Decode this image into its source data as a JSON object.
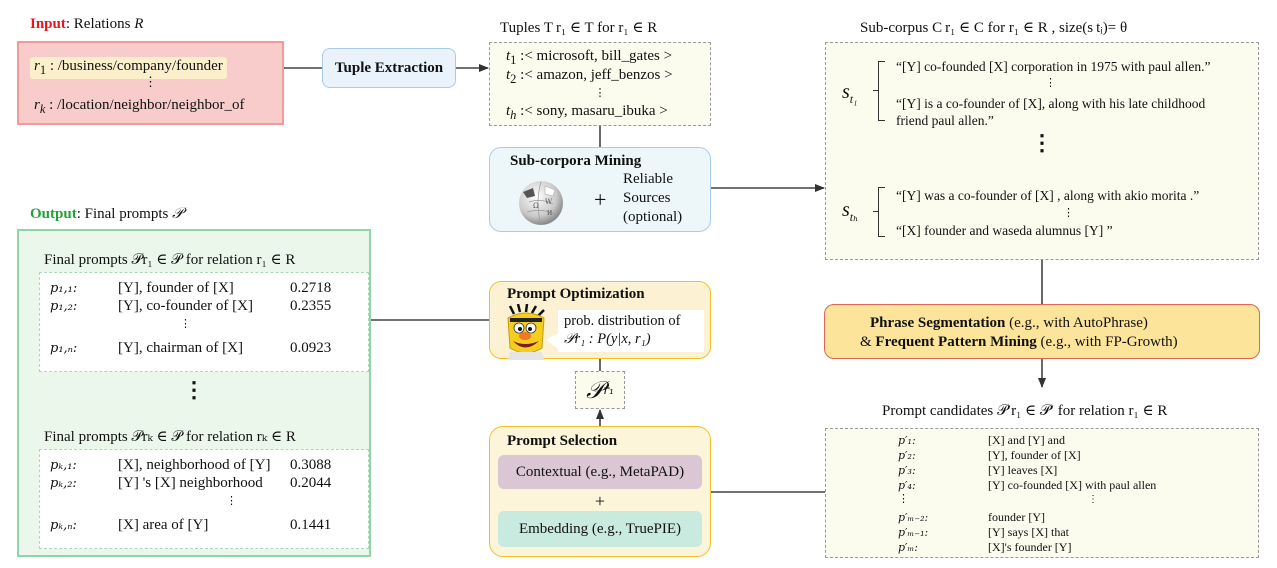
{
  "input": {
    "label_keyword": "Input",
    "label_rest": ": Relations ",
    "label_symbol": "R",
    "relations": [
      {
        "symbol": "r",
        "sub": "1",
        "path": " : /business/company/founder"
      },
      {
        "symbol": "r",
        "sub": "k",
        "path": " : /location/neighbor/neighbor_of"
      }
    ],
    "ellipsis": "⋮"
  },
  "tuple_extraction": {
    "label": "Tuple Extraction"
  },
  "tuples": {
    "title": "Tuples T r₁ ∈ T  for  r₁ ∈ R",
    "rows": [
      {
        "key": "t",
        "sub": "1",
        "text": " :< microsoft, bill_gates >"
      },
      {
        "key": "t",
        "sub": "2",
        "text": " :< amazon, jeff_benzos >"
      },
      {
        "key": "t",
        "sub": "h",
        "text": " :< sony, masaru_ibuka >"
      }
    ],
    "ellipsis": "⋮"
  },
  "subcorpora_mining": {
    "title": "Sub-corpora Mining",
    "icon": "wikipedia-globe-icon",
    "plus": "+",
    "sources": [
      "Reliable",
      "Sources",
      "(optional)"
    ]
  },
  "subcorpus": {
    "title": "Sub-corpus  C r₁ ∈ C  for  r₁ ∈ R  , size(s tᵢ)= θ",
    "groups": [
      {
        "label": "s",
        "sub": "t₁",
        "sentences": [
          "“[Y] co-founded [X] corporation in 1975 with paul allen.”",
          "“[Y] is a co-founder of  [X], along with his late childhood",
          "friend paul allen.”"
        ]
      },
      {
        "label": "s",
        "sub": "tₕ",
        "sentences": [
          "“[Y] was a co-founder of [X] , along with akio morita .”",
          "“[X] founder and waseda alumnus [Y] ”"
        ]
      }
    ],
    "ellipsis": "⋮",
    "big_ellipsis": "⋮"
  },
  "phrase_segmentation": {
    "line1_bold": "Phrase Segmentation",
    "line1_rest": " (e.g., with AutoPhrase)",
    "line2_prefix": "& ",
    "line2_bold": "Frequent Pattern Mining",
    "line2_rest": " (e.g., with FP-Growth)"
  },
  "prompt_candidates": {
    "title": "Prompt candidates  𝒫′r₁ ∈ 𝒫′ for relation  r₁ ∈ R",
    "rows": [
      {
        "key": "p′₁:",
        "text": "[X] and [Y] and"
      },
      {
        "key": "p′₂:",
        "text": "[Y], founder of [X]"
      },
      {
        "key": "p′₃:",
        "text": "[Y] leaves [X]"
      },
      {
        "key": "p′₄:",
        "text": "[Y] co-founded [X] with paul allen"
      },
      {
        "key": "⋮",
        "text": "⋮"
      },
      {
        "key": "p′ₘ₋₂:",
        "text": "founder [Y]"
      },
      {
        "key": "p′ₘ₋₁:",
        "text": "[Y] says [X] that"
      },
      {
        "key": "p′ₘ:",
        "text": "[X]'s founder [Y]"
      }
    ]
  },
  "output": {
    "label_keyword": "Output",
    "label_rest": ": Final prompts ",
    "label_symbol": "𝒫",
    "groups": [
      {
        "title": "Final prompts 𝒫r₁ ∈ 𝒫 for relation r₁ ∈ R",
        "rows": [
          {
            "key": "p₁,₁:",
            "prompt": "[Y],  founder of [X]",
            "prob": "0.2718"
          },
          {
            "key": "p₁,₂:",
            "prompt": "[Y], co-founder of [X]",
            "prob": "0.2355"
          },
          {
            "key": "p₁,ₙ:",
            "prompt": "[Y], chairman of [X]",
            "prob": "0.0923"
          }
        ]
      },
      {
        "title": "Final prompts 𝒫rₖ ∈ 𝒫 for relation rₖ ∈ R",
        "rows": [
          {
            "key": "pₖ,₁:",
            "prompt": "[X], neighborhood of [Y]",
            "prob": "0.3088"
          },
          {
            "key": "pₖ,₂:",
            "prompt": "[Y] 's [X] neighborhood",
            "prob": "0.2044"
          },
          {
            "key": "pₖ,ₙ:",
            "prompt": "[X] area of [Y]",
            "prob": "0.1441"
          }
        ]
      }
    ],
    "ellipsis": "⋮",
    "big_ellipsis": "⋮"
  },
  "prompt_optimization": {
    "title": "Prompt Optimization",
    "bubble_line1": "prob. distribution of",
    "bubble_line2": "𝒫r₁ : P(y|x, r₁)",
    "icon": "bert-character-icon"
  },
  "pr1_box": {
    "symbol": "𝒫",
    "sub": "r₁"
  },
  "prompt_selection": {
    "title": "Prompt Selection",
    "contextual": "Contextual (e.g., MetaPAD)",
    "plus": "+",
    "embedding": "Embedding (e.g., TruePIE)"
  },
  "colors": {
    "input_accent": "#e8151b",
    "output_accent": "#22a33a",
    "input_fill": "#f9cccc",
    "output_fill": "#eaf7ea",
    "mining_fill": "#edf7fa",
    "phrase_fill": "#fde49b",
    "prompt_fill": "#fcf5d9",
    "contextual_fill": "#dbc6d4",
    "embedding_fill": "#c9eadf"
  }
}
